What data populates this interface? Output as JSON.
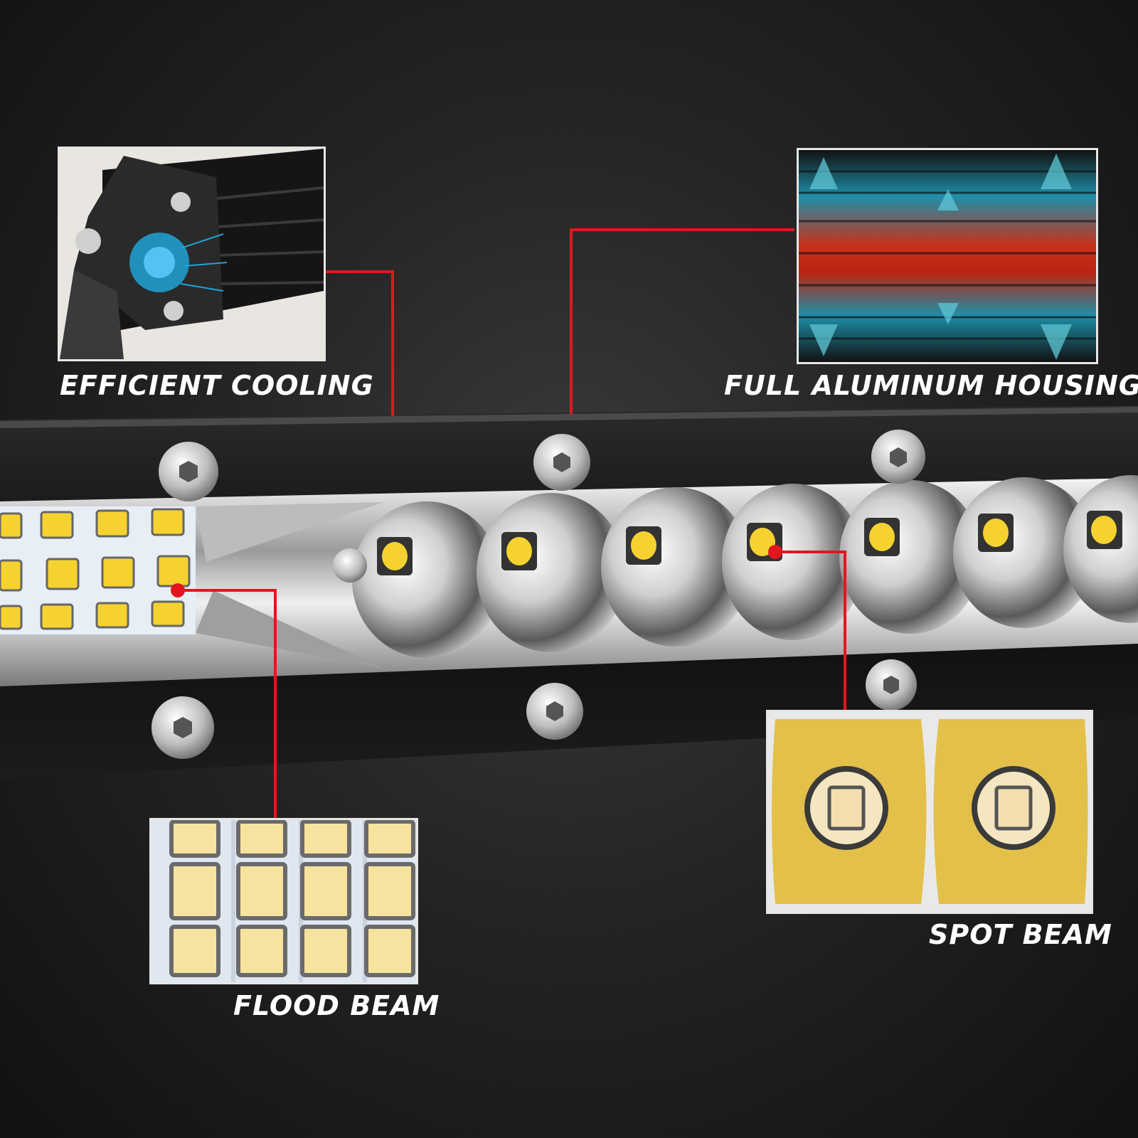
{
  "labels": {
    "efficient_cooling": "EFFICIENT COOLING",
    "full_aluminum_housing": "FULL ALUMINUM HOUSING",
    "flood_beam": "FLOOD BEAM",
    "spot_beam": "SPOT BEAM"
  },
  "colors": {
    "callout_line": "#e3161e",
    "label_text": "#ffffff",
    "led_yellow": "#f5d230",
    "housing_black": "#111111",
    "reflector_chrome": "#d9d9d9"
  }
}
